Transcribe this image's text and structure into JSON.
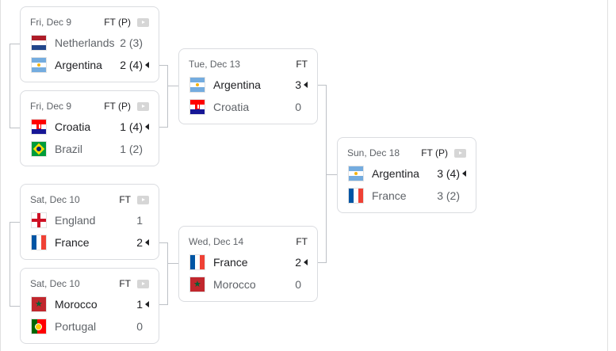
{
  "matches": [
    {
      "date": "Fri, Dec 9",
      "status": "FT (P)",
      "video": true,
      "teams": [
        {
          "name": "Netherlands",
          "score": "2 (3)",
          "flag": "netherlands-flag-icon",
          "winner": false
        },
        {
          "name": "Argentina",
          "score": "2 (4)",
          "flag": "argentina-flag-icon",
          "winner": true
        }
      ]
    },
    {
      "date": "Fri, Dec 9",
      "status": "FT (P)",
      "video": true,
      "teams": [
        {
          "name": "Croatia",
          "score": "1 (4)",
          "flag": "croatia-flag-icon",
          "winner": true
        },
        {
          "name": "Brazil",
          "score": "1 (2)",
          "flag": "brazil-flag-icon",
          "winner": false
        }
      ]
    },
    {
      "date": "Sat, Dec 10",
      "status": "FT",
      "video": true,
      "teams": [
        {
          "name": "England",
          "score": "1",
          "flag": "england-flag-icon",
          "winner": false
        },
        {
          "name": "France",
          "score": "2",
          "flag": "france-flag-icon",
          "winner": true
        }
      ]
    },
    {
      "date": "Sat, Dec 10",
      "status": "FT",
      "video": true,
      "teams": [
        {
          "name": "Morocco",
          "score": "1",
          "flag": "morocco-flag-icon",
          "winner": true
        },
        {
          "name": "Portugal",
          "score": "0",
          "flag": "portugal-flag-icon",
          "winner": false
        }
      ]
    },
    {
      "date": "Tue, Dec 13",
      "status": "FT",
      "video": false,
      "teams": [
        {
          "name": "Argentina",
          "score": "3",
          "flag": "argentina-flag-icon",
          "winner": true
        },
        {
          "name": "Croatia",
          "score": "0",
          "flag": "croatia-flag-icon",
          "winner": false
        }
      ]
    },
    {
      "date": "Wed, Dec 14",
      "status": "FT",
      "video": false,
      "teams": [
        {
          "name": "France",
          "score": "2",
          "flag": "france-flag-icon",
          "winner": true
        },
        {
          "name": "Morocco",
          "score": "0",
          "flag": "morocco-flag-icon",
          "winner": false
        }
      ]
    },
    {
      "date": "Sun, Dec 18",
      "status": "FT (P)",
      "video": true,
      "teams": [
        {
          "name": "Argentina",
          "score": "3 (4)",
          "flag": "argentina-flag-icon",
          "winner": true
        },
        {
          "name": "France",
          "score": "3 (2)",
          "flag": "france-flag-icon",
          "winner": false
        }
      ]
    }
  ],
  "colors": {
    "border": "#dadce0",
    "connector": "#bdc1c6",
    "muted": "#5f6368",
    "text": "#202124"
  }
}
